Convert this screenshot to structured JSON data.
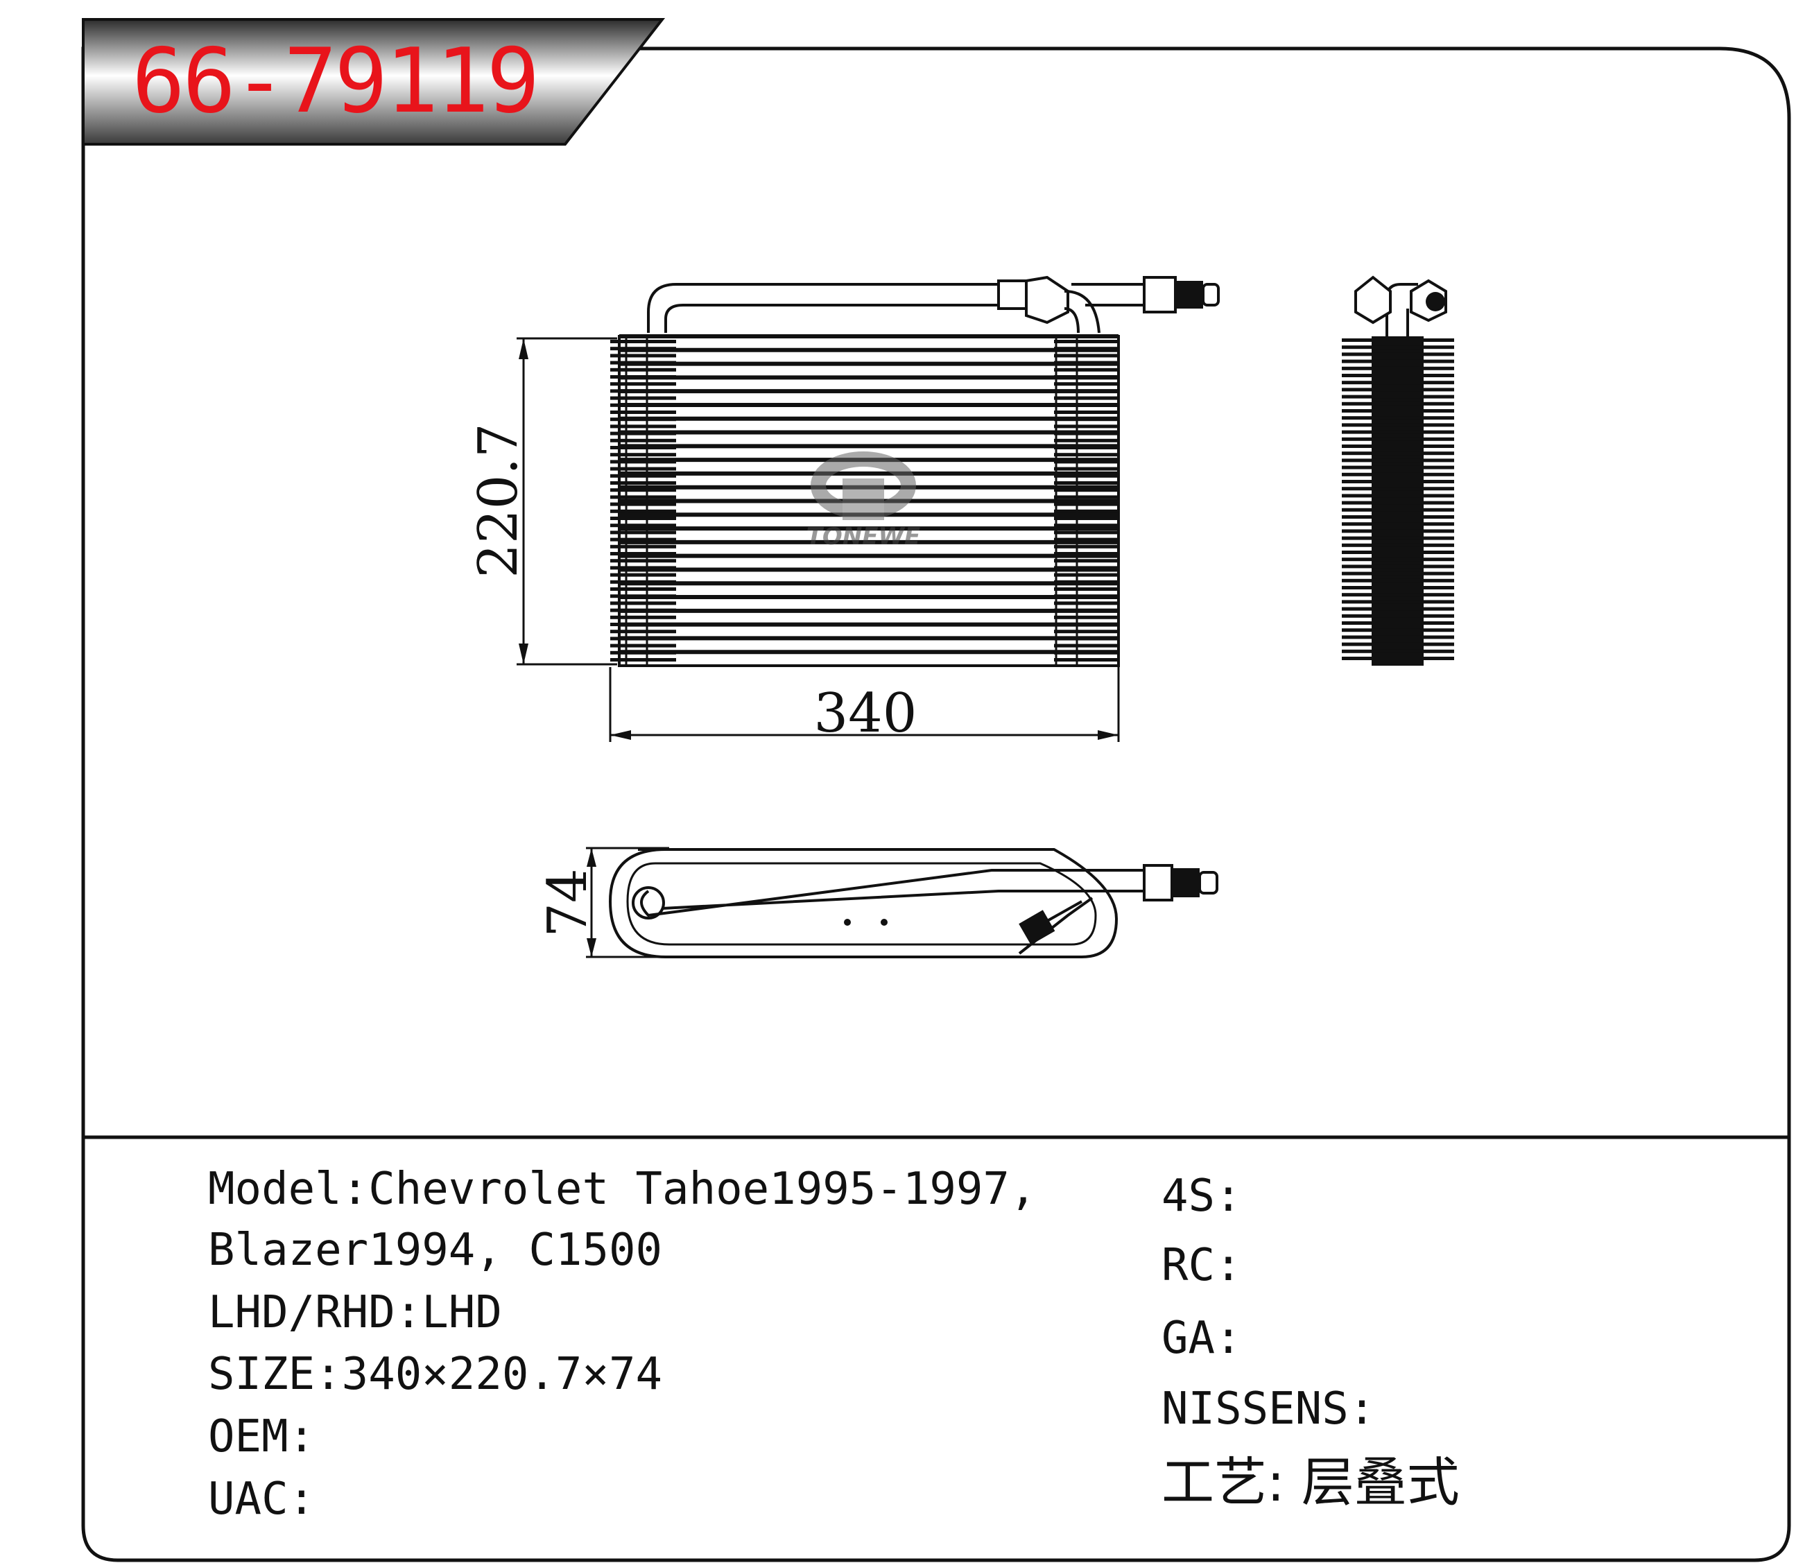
{
  "part_number": "66-79119",
  "logo_text": "TONEWE",
  "dimensions": {
    "width": "340",
    "height": "220.7",
    "depth": "74"
  },
  "specs_left": {
    "model_line1": "Model:Chevrolet Tahoe1995-1997,",
    "model_line2": "Blazer1994, C1500",
    "lhd_rhd": "LHD/RHD:LHD",
    "size": "SIZE:340×220.7×74",
    "oem": "OEM:",
    "uac": "UAC:"
  },
  "specs_right": {
    "s4": "4S:",
    "rc": "RC:",
    "ga": "GA:",
    "nissens": "NISSENS:",
    "process": "工艺: 层叠式"
  },
  "colors": {
    "part_number": "#e8141b",
    "line": "#111111",
    "tag_gradient_dark": "#3a3a3a"
  }
}
